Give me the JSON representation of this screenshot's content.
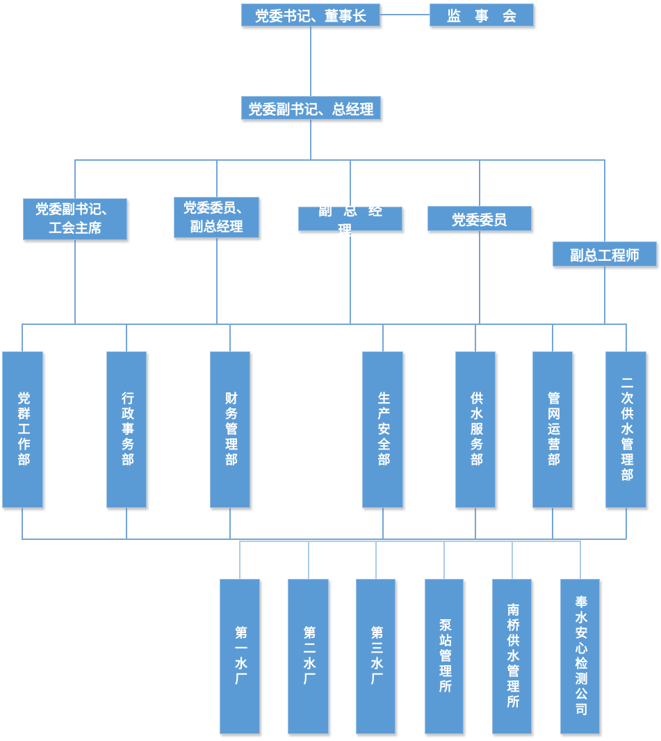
{
  "org": {
    "top": {
      "chairman": "党委书记、董事长",
      "supervisory_board": "监事会"
    },
    "level2": {
      "general_manager": "党委副书记、总经理"
    },
    "level3": [
      "党委副书记、\n工会主席",
      "党委委员、\n副总经理",
      "副总经理",
      "党委委员",
      "副总工程师"
    ],
    "departments": [
      "党群工作部",
      "行政事务部",
      "财务管理部",
      "生产安全部",
      "供水服务部",
      "管网运营部",
      "二次供水管理部"
    ],
    "subsidiaries": [
      "第一水厂",
      "第二水厂",
      "第三水厂",
      "泵站管理所",
      "南桥供水管理所",
      "奉水安心检测公司"
    ],
    "colors": {
      "node_fill": "#5B9BD5",
      "node_border": "#9DC3E6",
      "connector": "#74A4D8",
      "connector_light": "#ABCBE9",
      "text": "#FFFFFF"
    }
  }
}
